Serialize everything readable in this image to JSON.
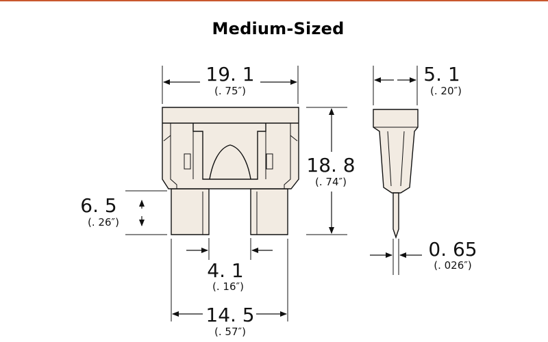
{
  "title": "Medium-Sized",
  "dimensions": {
    "width": {
      "mm": "19. 1",
      "inch": "(. 75″)"
    },
    "height": {
      "mm": "18. 8",
      "inch": "(. 74″)"
    },
    "blade_length": {
      "mm": "6. 5",
      "inch": "(. 26″)"
    },
    "blade_gap": {
      "mm": "4. 1",
      "inch": "(. 16″)"
    },
    "blade_span": {
      "mm": "14. 5",
      "inch": "(. 57″)"
    },
    "thickness": {
      "mm": "5. 1",
      "inch": "(. 20″)"
    },
    "blade_thickness": {
      "mm": "0. 65",
      "inch": "(. 026″)"
    }
  },
  "colors": {
    "top_rule": "#c9572e",
    "body_fill": "#f2ebe2",
    "line": "#111111"
  }
}
